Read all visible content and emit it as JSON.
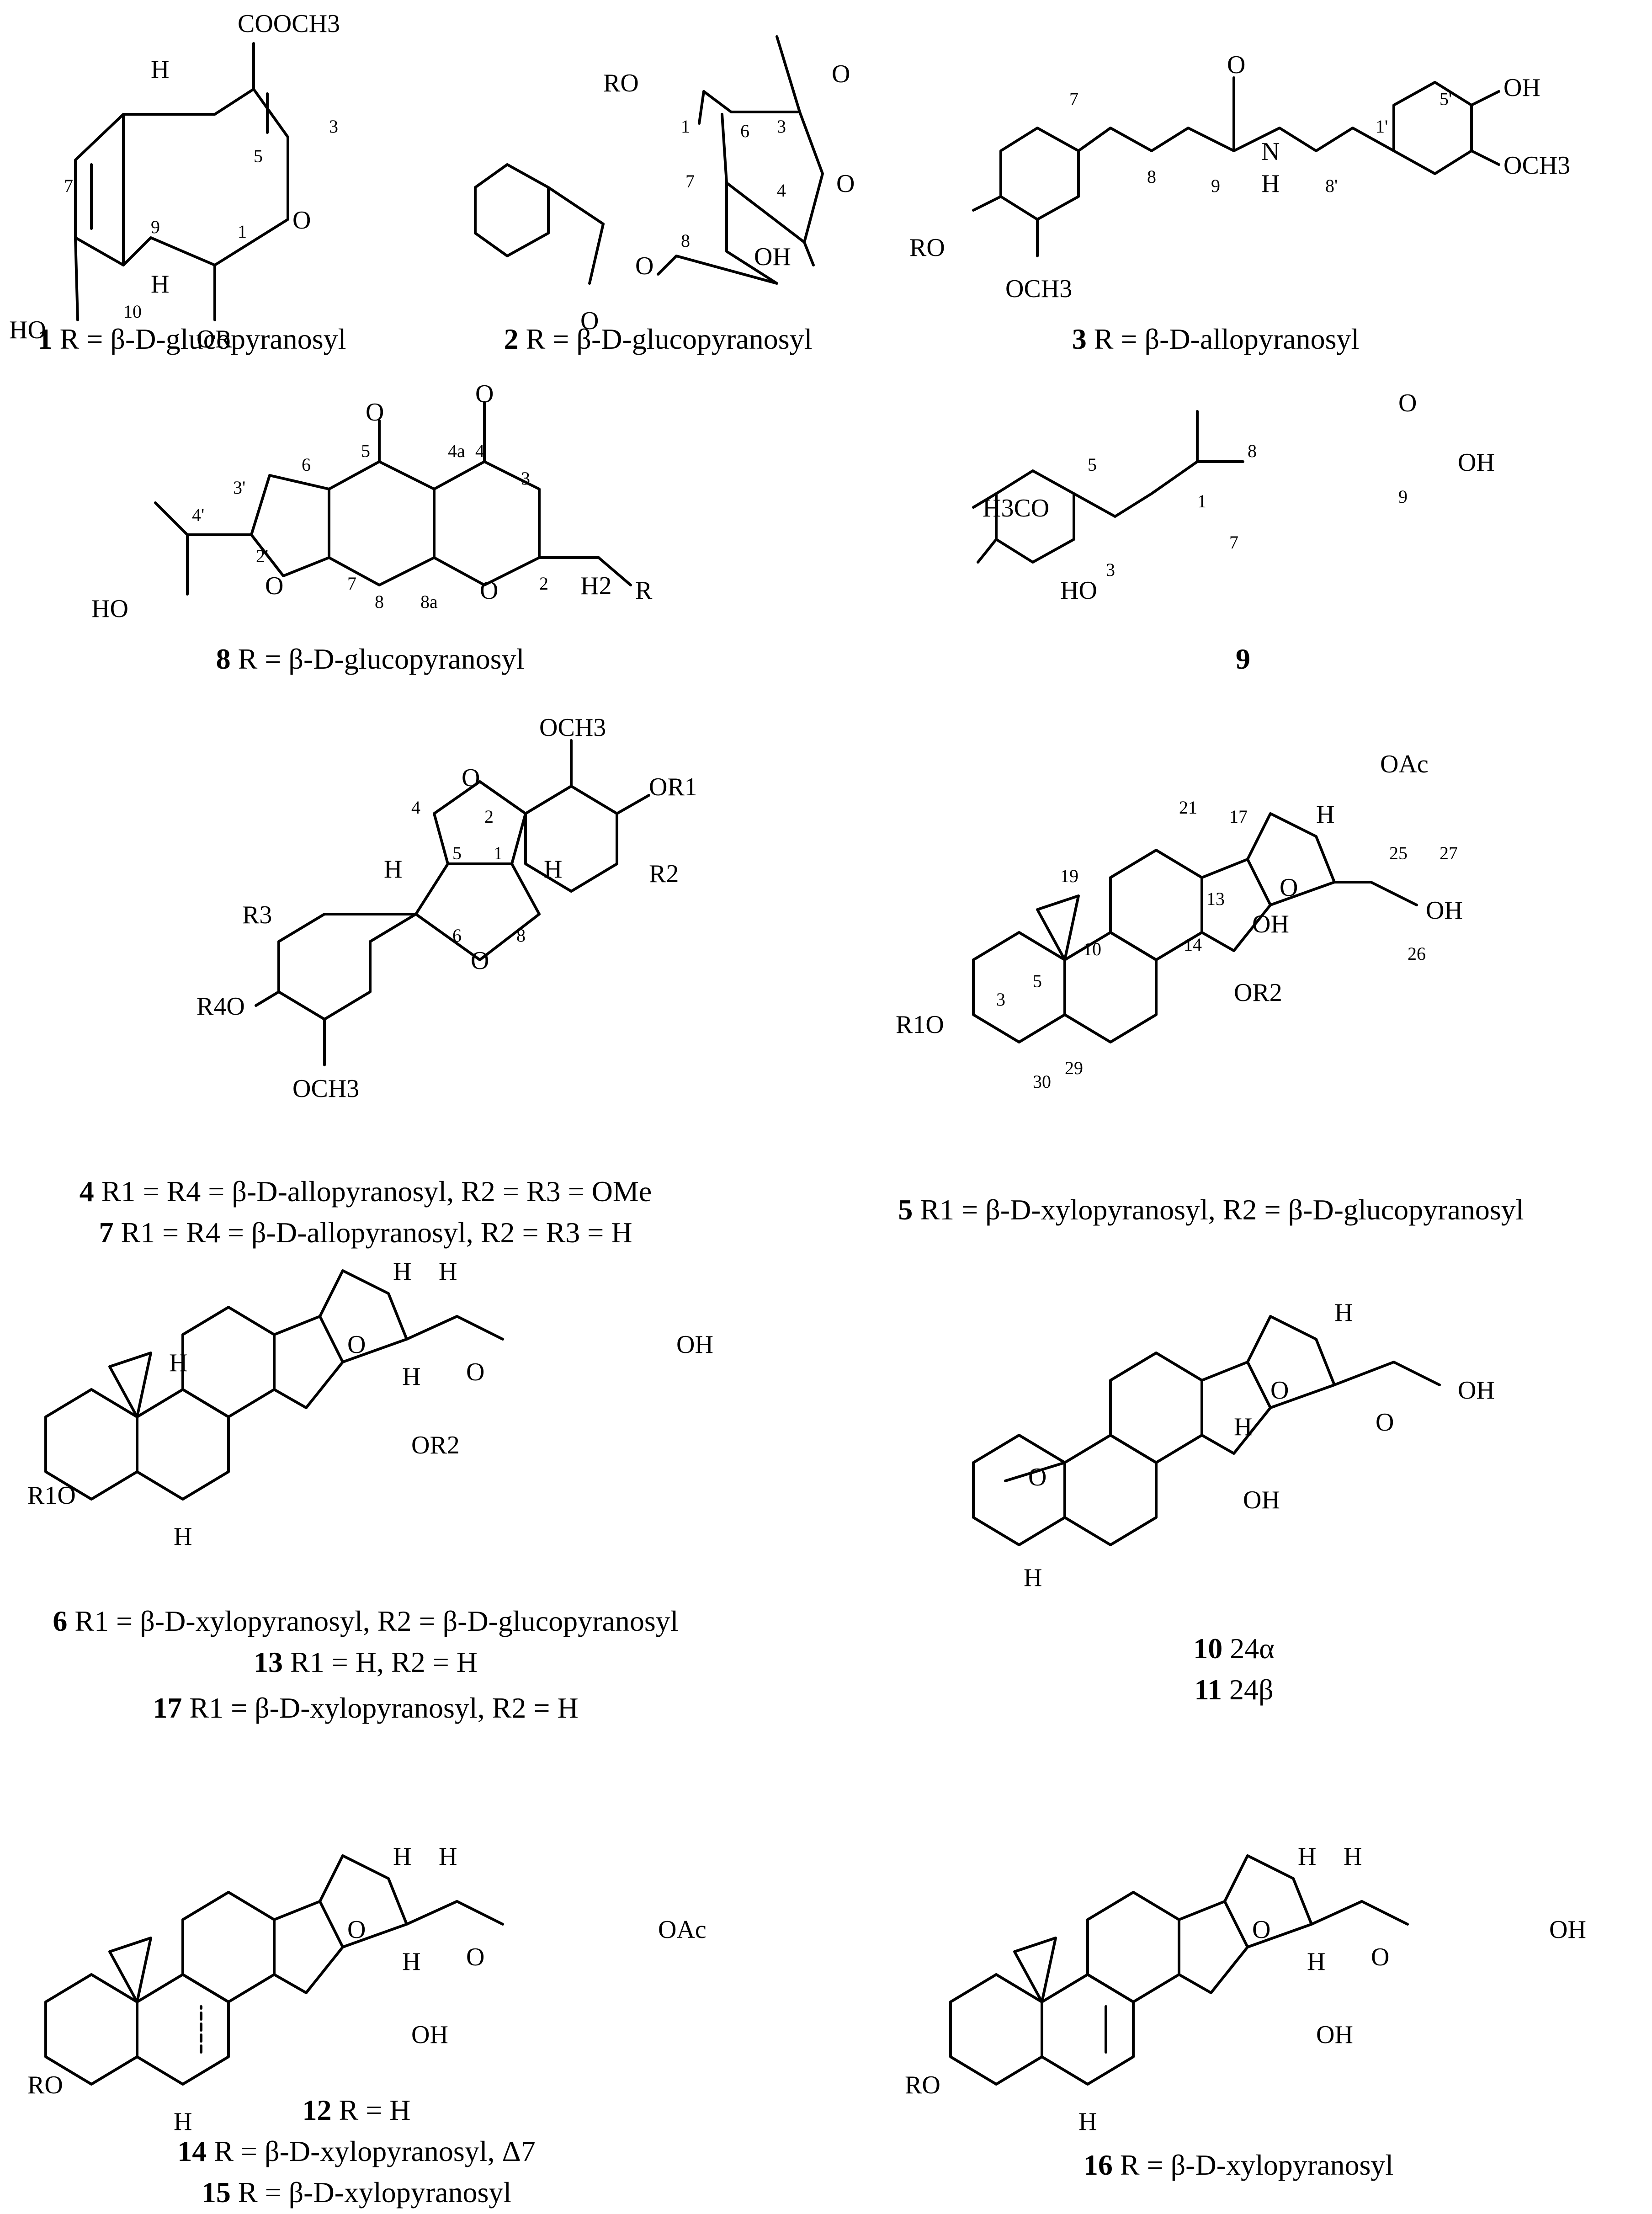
{
  "captions": {
    "c1": {
      "num": "1",
      "text": "R = β-D-glucopyranosyl"
    },
    "c2": {
      "num": "2",
      "text": "R = β-D-glucopyranosyl"
    },
    "c3": {
      "num": "3",
      "text": "R = β-D-allopyranosyl"
    },
    "c8": {
      "num": "8",
      "text": "R = β-D-glucopyranosyl"
    },
    "c9": {
      "num": "9",
      "text": ""
    },
    "c4": {
      "num": "4",
      "text": "R1 = R4 = β-D-allopyranosyl, R2 = R3 = OMe"
    },
    "c7": {
      "num": "7",
      "text": "R1 = R4 = β-D-allopyranosyl, R2 = R3 = H"
    },
    "c5": {
      "num": "5",
      "text": "R1 = β-D-xylopyranosyl, R2 = β-D-glucopyranosyl"
    },
    "c6": {
      "num": "6",
      "text": "R1 = β-D-xylopyranosyl, R2 = β-D-glucopyranosyl"
    },
    "c13": {
      "num": "13",
      "text": "R1 = H, R2 = H"
    },
    "c17": {
      "num": "17",
      "text": "R1 = β-D-xylopyranosyl, R2 = H"
    },
    "c10": {
      "num": "10",
      "text": "24α"
    },
    "c11": {
      "num": "11",
      "text": "24β"
    },
    "c12": {
      "num": "12",
      "text": "R = H"
    },
    "c14": {
      "num": "14",
      "text": "R = β-D-xylopyranosyl, Δ7"
    },
    "c15": {
      "num": "15",
      "text": "R = β-D-xylopyranosyl"
    },
    "c16": {
      "num": "16",
      "text": "R = β-D-xylopyranosyl"
    }
  },
  "labels": {
    "COOCH3": "COOCH3",
    "HO": "HO",
    "OR": "OR",
    "RO": "RO",
    "O": "O",
    "OH": "OH",
    "H": "H",
    "OCH3": "OCH3",
    "H3CO": "H3CO",
    "N": "N",
    "OR1": "OR1",
    "OR2": "OR2",
    "R1O": "R1O",
    "R2": "R2",
    "R3": "R3",
    "R4O": "R4O",
    "OAc": "OAc",
    "H2": "H2",
    "R": "R"
  }
}
